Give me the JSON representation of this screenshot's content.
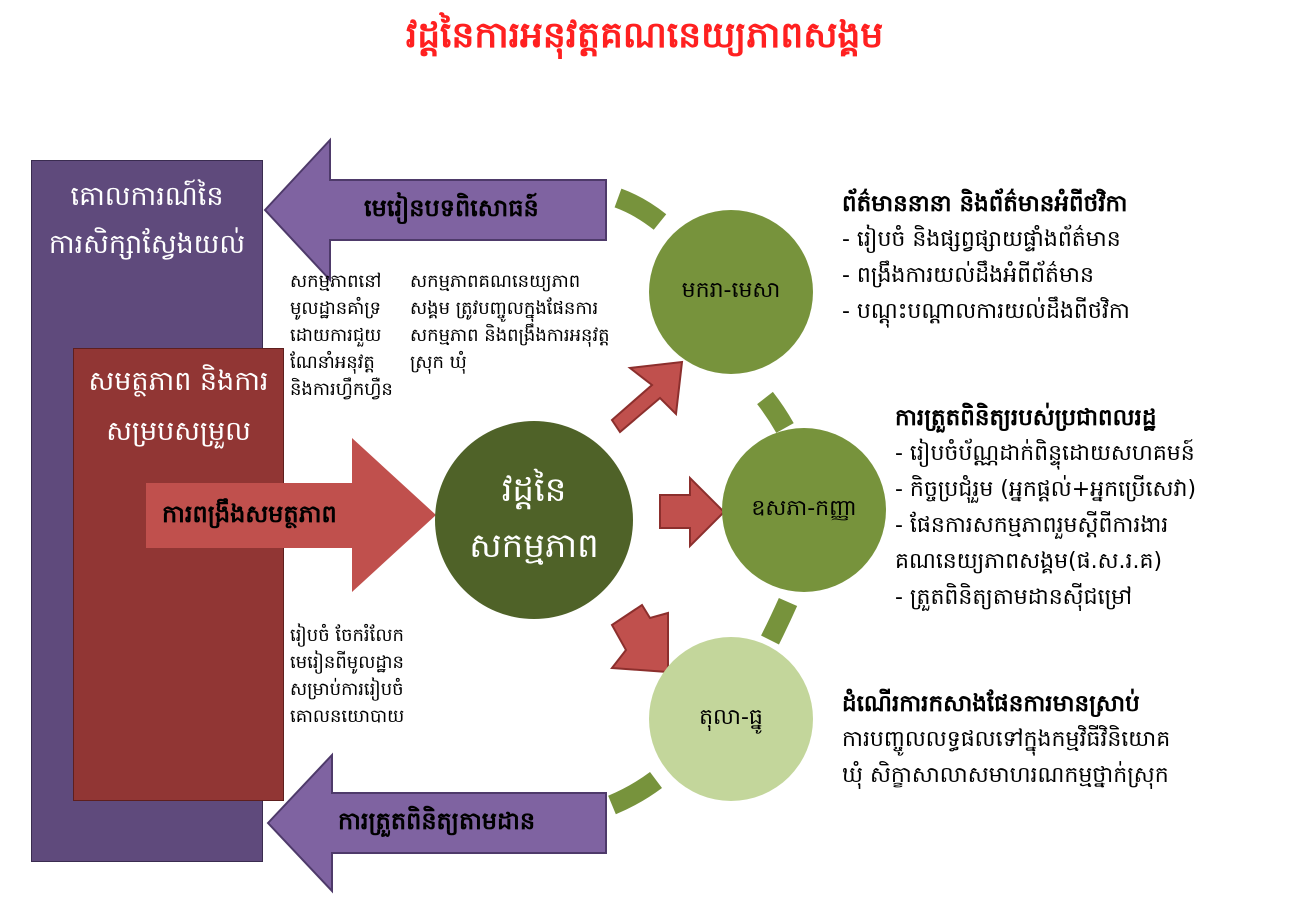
{
  "title": "វដ្តនៃការអនុវត្តគណនេយ្យភាពសង្គម",
  "left_boxes": {
    "policy": [
      "គោលការណ៍នៃ",
      "ការសិក្សាស្វែងយល់"
    ],
    "capacity": [
      "សមត្ថភាព និងការ",
      "សម្របសម្រួល"
    ]
  },
  "arrows": {
    "lessons_learned": "មេរៀនបទពិសោធន៍",
    "capacity_building": "ការពង្រឹងសមត្ថភាព",
    "monitoring": "ការត្រួតពិនិត្យតាមដាន"
  },
  "notes": {
    "col1": [
      "សកម្មភាពនៅ",
      "មូលដ្ឋានគាំទ្រ",
      "ដោយការជួយ",
      "ណែនាំអនុវត្ត",
      "និងការហ្វឹកហ្វឺន"
    ],
    "col2": [
      "សកម្មភាពគណនេយ្យភាព",
      "សង្គម ត្រូវបញ្ចូលក្នុងផែនការ",
      "សកម្មភាព និងពង្រឹងការអនុវត្ត",
      "ស្រុក ឃុំ"
    ],
    "bottom": [
      "រៀបចំ ចែករំលែក",
      "មេរៀនពីមូលដ្ឋាន",
      "សម្រាប់ការរៀបចំ",
      "គោលនយោបាយ"
    ]
  },
  "circles": {
    "center": [
      "វដ្តនៃ",
      "សកម្មភាព"
    ],
    "top": "មករា-មេសា",
    "middle": "ឧសភា-កញ្ញា",
    "bottom": "តុលា-ធ្នូ"
  },
  "right_sections": {
    "info": {
      "heading": "ព័ត៌មាននានា និងព័ត៌មានអំពីថវិកា",
      "items": [
        "- រៀបចំ និងផ្សព្វផ្សាយផ្ទាំងព័ត៌មាន",
        "- ពង្រឹងការយល់ដឹងអំពីព័ត៌មាន",
        "- បណ្តុះបណ្តាលការយល់ដឹងពីថវិកា"
      ]
    },
    "monitoring": {
      "heading": "ការត្រួតពិនិត្យរបស់ប្រជាពលរដ្ឋ",
      "items": [
        "- រៀបចំប័ណ្ណដាក់ពិន្ទុដោយសហគមន៍",
        "- កិច្ចប្រជុំរួម (អ្នកផ្តល់+អ្នកប្រើសេវា)",
        "- ផែនការសកម្មភាពរួមស្តីពីការងារ",
        "គណនេយ្យភាពសង្គម(ផ.ស.រ.គ)",
        "- ត្រួតពិនិត្យតាមដានស៊ីជម្រៅ"
      ]
    },
    "planning": {
      "heading": "ដំណើរការកសាងផែនការមានស្រាប់",
      "items": [
        "ការបញ្ចូលលទ្ធផលទៅក្នុងកម្មវិធីវិនិយោគ",
        "ឃុំ សិក្ខាសាលាសមាហរណកម្មថ្នាក់ស្រុក"
      ]
    }
  },
  "colors": {
    "purple": "#7f63a1",
    "red": "#c0504d",
    "dark_green": "#4f6228",
    "mid_green": "#77933c",
    "light_green": "#c3d69b",
    "title_red": "#ff2020"
  }
}
